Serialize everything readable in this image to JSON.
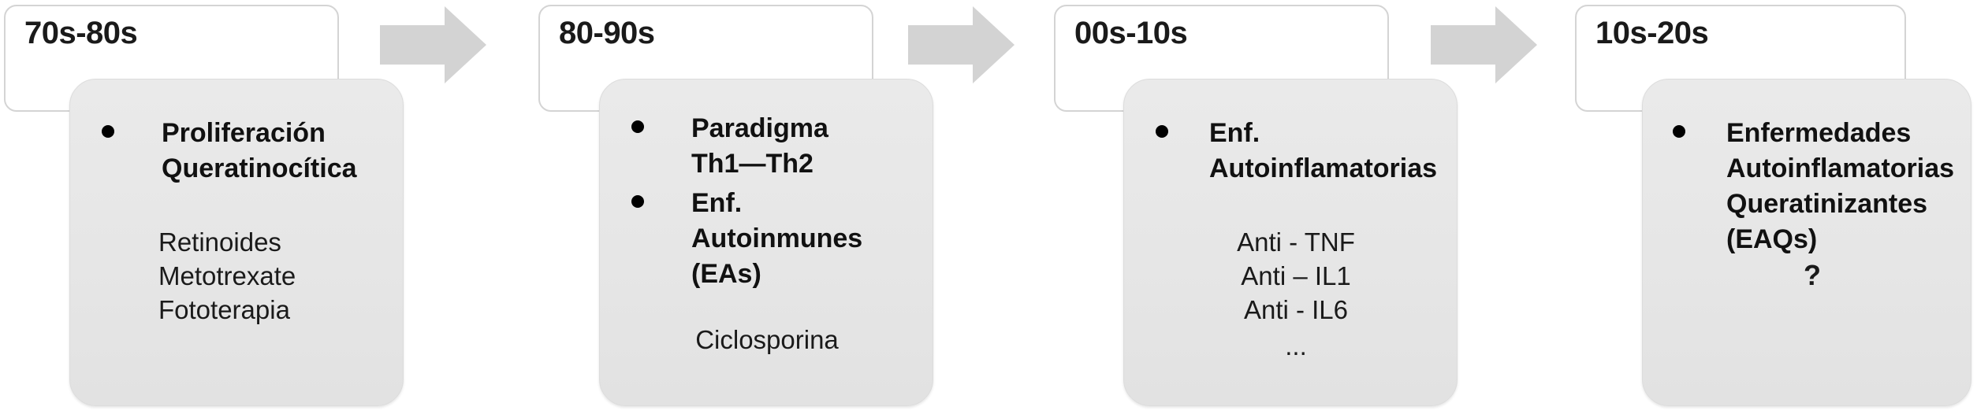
{
  "diagram": {
    "title_semantic": "psoriasis-treatment-paradigm-timeline",
    "colors": {
      "card_fill": "#e7e7e7",
      "card_border": "#dcdcdc",
      "header_fill": "#ffffff",
      "header_border": "#d4d4d4",
      "arrow_fill": "#d3d3d3",
      "text": "#111111"
    },
    "panels": [
      {
        "decade": "70s-80s",
        "bullets": [
          "Proliferación\nQueratinocítica"
        ],
        "sub_lines": "Retinoides\nMetotrexate\nFototerapia",
        "sub_align": "left",
        "tail": "",
        "tail_bold": false
      },
      {
        "decade": "80-90s",
        "bullets": [
          "Paradigma\nTh1—Th2",
          "Enf.\nAutoinmunes\n(EAs)"
        ],
        "sub_lines": "Ciclosporina",
        "sub_align": "center",
        "tail": "",
        "tail_bold": false
      },
      {
        "decade": "00s-10s",
        "bullets": [
          "Enf.\nAutoinflamatorias"
        ],
        "sub_lines": "Anti - TNF\nAnti – IL1\nAnti - IL6",
        "sub_align": "center",
        "tail": "...",
        "tail_bold": false
      },
      {
        "decade": "10s-20s",
        "bullets": [
          "Enfermedades\nAutoinflamatorias\nQueratinizantes\n(EAQs)"
        ],
        "sub_lines": "",
        "sub_align": "center",
        "tail": "?",
        "tail_bold": true
      }
    ],
    "arrows": [
      {
        "name": "arrow-1",
        "direction": "right"
      },
      {
        "name": "arrow-2",
        "direction": "right"
      },
      {
        "name": "arrow-3",
        "direction": "right"
      }
    ]
  }
}
